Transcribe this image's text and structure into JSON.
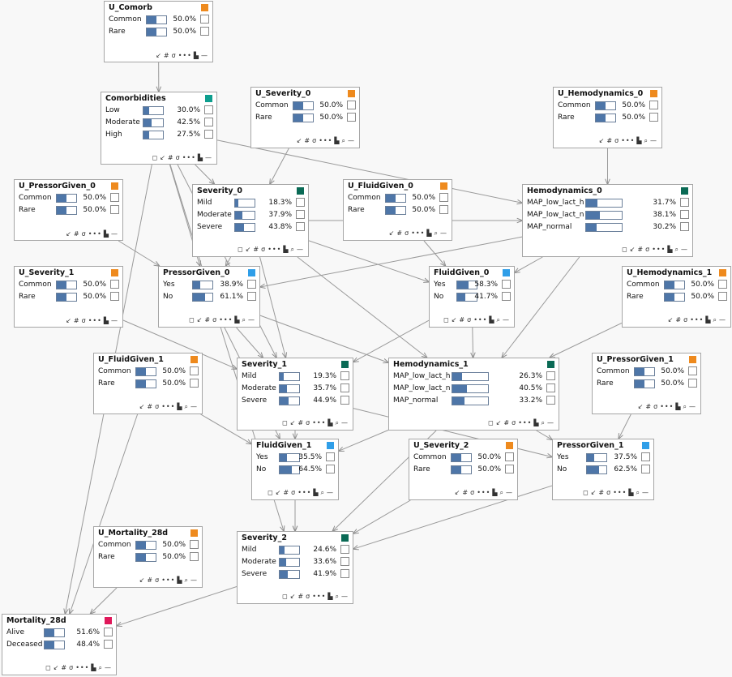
{
  "colors": {
    "orange": "#ee8a1e",
    "teal": "#0e9e8e",
    "darkgreen": "#0a6a55",
    "blue": "#2f9ee8",
    "pink": "#e0185a",
    "bar": "#4e76a8"
  },
  "nodes": [
    {
      "id": "u_comorb",
      "title": "U_Comorb",
      "color": "#ee8a1e",
      "tools": [
        "↙",
        "#",
        "σ",
        "•••",
        "▙",
        "—"
      ],
      "rows": [
        {
          "label": "Common",
          "pct": "50.0%",
          "v": 0.5
        },
        {
          "label": "Rare",
          "pct": "50.0%",
          "v": 0.5
        }
      ]
    },
    {
      "id": "comorbidities",
      "title": "Comorbidities",
      "color": "#0e9e8e",
      "tools": [
        "◻",
        "↙",
        "#",
        "σ",
        "•••",
        "▙",
        "—"
      ],
      "rows": [
        {
          "label": "Low",
          "pct": "30.0%",
          "v": 0.3
        },
        {
          "label": "Moderate",
          "pct": "42.5%",
          "v": 0.425
        },
        {
          "label": "High",
          "pct": "27.5%",
          "v": 0.275
        }
      ]
    },
    {
      "id": "u_severity_0",
      "title": "U_Severity_0",
      "color": "#ee8a1e",
      "tools": [
        "↙",
        "#",
        "σ",
        "•••",
        "▙",
        "⌕",
        "—"
      ],
      "rows": [
        {
          "label": "Common",
          "pct": "50.0%",
          "v": 0.5
        },
        {
          "label": "Rare",
          "pct": "50.0%",
          "v": 0.5
        }
      ]
    },
    {
      "id": "u_hemodynamics_0",
      "title": "U_Hemodynamics_0",
      "color": "#ee8a1e",
      "tools": [
        "↙",
        "#",
        "σ",
        "•••",
        "▙",
        "⌕",
        "—"
      ],
      "rows": [
        {
          "label": "Common",
          "pct": "50.0%",
          "v": 0.5
        },
        {
          "label": "Rare",
          "pct": "50.0%",
          "v": 0.5
        }
      ]
    },
    {
      "id": "u_pressorgiven_0",
      "title": "U_PressorGiven_0",
      "color": "#ee8a1e",
      "tools": [
        "↙",
        "#",
        "σ",
        "•••",
        "▙",
        "—"
      ],
      "rows": [
        {
          "label": "Common",
          "pct": "50.0%",
          "v": 0.5
        },
        {
          "label": "Rare",
          "pct": "50.0%",
          "v": 0.5
        }
      ]
    },
    {
      "id": "severity_0",
      "title": "Severity_0",
      "color": "#0a6a55",
      "tools": [
        "◻",
        "↙",
        "#",
        "σ",
        "•••",
        "▙",
        "⌕",
        "—"
      ],
      "rows": [
        {
          "label": "Mild",
          "pct": "18.3%",
          "v": 0.183
        },
        {
          "label": "Moderate",
          "pct": "37.9%",
          "v": 0.379
        },
        {
          "label": "Severe",
          "pct": "43.8%",
          "v": 0.438
        }
      ]
    },
    {
      "id": "u_fluidgiven_0",
      "title": "U_FluidGiven_0",
      "color": "#ee8a1e",
      "tools": [
        "↙",
        "#",
        "σ",
        "•••",
        "▙",
        "⌕",
        "—"
      ],
      "rows": [
        {
          "label": "Common",
          "pct": "50.0%",
          "v": 0.5
        },
        {
          "label": "Rare",
          "pct": "50.0%",
          "v": 0.5
        }
      ]
    },
    {
      "id": "hemodynamics_0",
      "title": "Hemodynamics_0",
      "color": "#0a6a55",
      "tools": [
        "◻",
        "↙",
        "#",
        "σ",
        "•••",
        "▙",
        "⌕",
        "—"
      ],
      "rows": [
        {
          "label": "MAP_low_lact_h",
          "pct": "31.7%",
          "v": 0.317
        },
        {
          "label": "MAP_low_lact_n",
          "pct": "38.1%",
          "v": 0.381
        },
        {
          "label": "MAP_normal",
          "pct": "30.2%",
          "v": 0.302
        }
      ]
    },
    {
      "id": "u_severity_1",
      "title": "U_Severity_1",
      "color": "#ee8a1e",
      "tools": [
        "↙",
        "#",
        "σ",
        "•••",
        "▙",
        "—"
      ],
      "rows": [
        {
          "label": "Common",
          "pct": "50.0%",
          "v": 0.5
        },
        {
          "label": "Rare",
          "pct": "50.0%",
          "v": 0.5
        }
      ]
    },
    {
      "id": "pressorgiven_0",
      "title": "PressorGiven_0",
      "color": "#2f9ee8",
      "tools": [
        "◻",
        "↙",
        "#",
        "σ",
        "•••",
        "▙",
        "⌕",
        "—"
      ],
      "rows": [
        {
          "label": "Yes",
          "pct": "38.9%",
          "v": 0.389
        },
        {
          "label": "No",
          "pct": "61.1%",
          "v": 0.611
        }
      ]
    },
    {
      "id": "fluidgiven_0",
      "title": "FluidGiven_0",
      "color": "#2f9ee8",
      "tools": [
        "◻",
        "↙",
        "#",
        "σ",
        "•••",
        "▙",
        "⌕",
        "—"
      ],
      "rows": [
        {
          "label": "Yes",
          "pct": "58.3%",
          "v": 0.583
        },
        {
          "label": "No",
          "pct": "41.7%",
          "v": 0.417
        }
      ]
    },
    {
      "id": "u_hemodynamics_1",
      "title": "U_Hemodynamics_1",
      "color": "#ee8a1e",
      "tools": [
        "↙",
        "#",
        "σ",
        "•••",
        "▙",
        "⌕",
        "—"
      ],
      "rows": [
        {
          "label": "Common",
          "pct": "50.0%",
          "v": 0.5
        },
        {
          "label": "Rare",
          "pct": "50.0%",
          "v": 0.5
        }
      ]
    },
    {
      "id": "u_fluidgiven_1",
      "title": "U_FluidGiven_1",
      "color": "#ee8a1e",
      "tools": [
        "↙",
        "#",
        "σ",
        "•••",
        "▙",
        "⌕",
        "—"
      ],
      "rows": [
        {
          "label": "Common",
          "pct": "50.0%",
          "v": 0.5
        },
        {
          "label": "Rare",
          "pct": "50.0%",
          "v": 0.5
        }
      ]
    },
    {
      "id": "severity_1",
      "title": "Severity_1",
      "color": "#0a6a55",
      "tools": [
        "◻",
        "↙",
        "#",
        "σ",
        "•••",
        "▙",
        "⌕",
        "—"
      ],
      "rows": [
        {
          "label": "Mild",
          "pct": "19.3%",
          "v": 0.193
        },
        {
          "label": "Moderate",
          "pct": "35.7%",
          "v": 0.357
        },
        {
          "label": "Severe",
          "pct": "44.9%",
          "v": 0.449
        }
      ]
    },
    {
      "id": "hemodynamics_1",
      "title": "Hemodynamics_1",
      "color": "#0a6a55",
      "tools": [
        "◻",
        "↙",
        "#",
        "σ",
        "•••",
        "▙",
        "⌕",
        "—"
      ],
      "rows": [
        {
          "label": "MAP_low_lact_h",
          "pct": "26.3%",
          "v": 0.263
        },
        {
          "label": "MAP_low_lact_n",
          "pct": "40.5%",
          "v": 0.405
        },
        {
          "label": "MAP_normal",
          "pct": "33.2%",
          "v": 0.332
        }
      ]
    },
    {
      "id": "u_pressorgiven_1",
      "title": "U_PressorGiven_1",
      "color": "#ee8a1e",
      "tools": [
        "↙",
        "#",
        "σ",
        "•••",
        "▙",
        "⌕",
        "—"
      ],
      "rows": [
        {
          "label": "Common",
          "pct": "50.0%",
          "v": 0.5
        },
        {
          "label": "Rare",
          "pct": "50.0%",
          "v": 0.5
        }
      ]
    },
    {
      "id": "fluidgiven_1",
      "title": "FluidGiven_1",
      "color": "#2f9ee8",
      "tools": [
        "◻",
        "↙",
        "#",
        "σ",
        "•••",
        "▙",
        "⌕",
        "—"
      ],
      "rows": [
        {
          "label": "Yes",
          "pct": "35.5%",
          "v": 0.355
        },
        {
          "label": "No",
          "pct": "64.5%",
          "v": 0.645
        }
      ]
    },
    {
      "id": "u_severity_2",
      "title": "U_Severity_2",
      "color": "#ee8a1e",
      "tools": [
        "↙",
        "#",
        "σ",
        "•••",
        "▙",
        "⌕",
        "—"
      ],
      "rows": [
        {
          "label": "Common",
          "pct": "50.0%",
          "v": 0.5
        },
        {
          "label": "Rare",
          "pct": "50.0%",
          "v": 0.5
        }
      ]
    },
    {
      "id": "pressorgiven_1",
      "title": "PressorGiven_1",
      "color": "#2f9ee8",
      "tools": [
        "◻",
        "↙",
        "#",
        "σ",
        "•••",
        "▙",
        "⌕",
        "—"
      ],
      "rows": [
        {
          "label": "Yes",
          "pct": "37.5%",
          "v": 0.375
        },
        {
          "label": "No",
          "pct": "62.5%",
          "v": 0.625
        }
      ]
    },
    {
      "id": "u_mortality_28d",
      "title": "U_Mortality_28d",
      "color": "#ee8a1e",
      "tools": [
        "↙",
        "#",
        "σ",
        "•••",
        "▙",
        "⌕",
        "—"
      ],
      "rows": [
        {
          "label": "Common",
          "pct": "50.0%",
          "v": 0.5
        },
        {
          "label": "Rare",
          "pct": "50.0%",
          "v": 0.5
        }
      ]
    },
    {
      "id": "severity_2",
      "title": "Severity_2",
      "color": "#0a6a55",
      "tools": [
        "◻",
        "↙",
        "#",
        "σ",
        "•••",
        "▙",
        "⌕",
        "—"
      ],
      "rows": [
        {
          "label": "Mild",
          "pct": "24.6%",
          "v": 0.246
        },
        {
          "label": "Moderate",
          "pct": "33.6%",
          "v": 0.336
        },
        {
          "label": "Severe",
          "pct": "41.9%",
          "v": 0.419
        }
      ]
    },
    {
      "id": "mortality_28d",
      "title": "Mortality_28d",
      "color": "#e0185a",
      "tools": [
        "◻",
        "↙",
        "#",
        "σ",
        "•••",
        "▙",
        "⌕",
        "—"
      ],
      "rows": [
        {
          "label": "Alive",
          "pct": "51.6%",
          "v": 0.516
        },
        {
          "label": "Deceased",
          "pct": "48.4%",
          "v": 0.484
        }
      ]
    }
  ]
}
